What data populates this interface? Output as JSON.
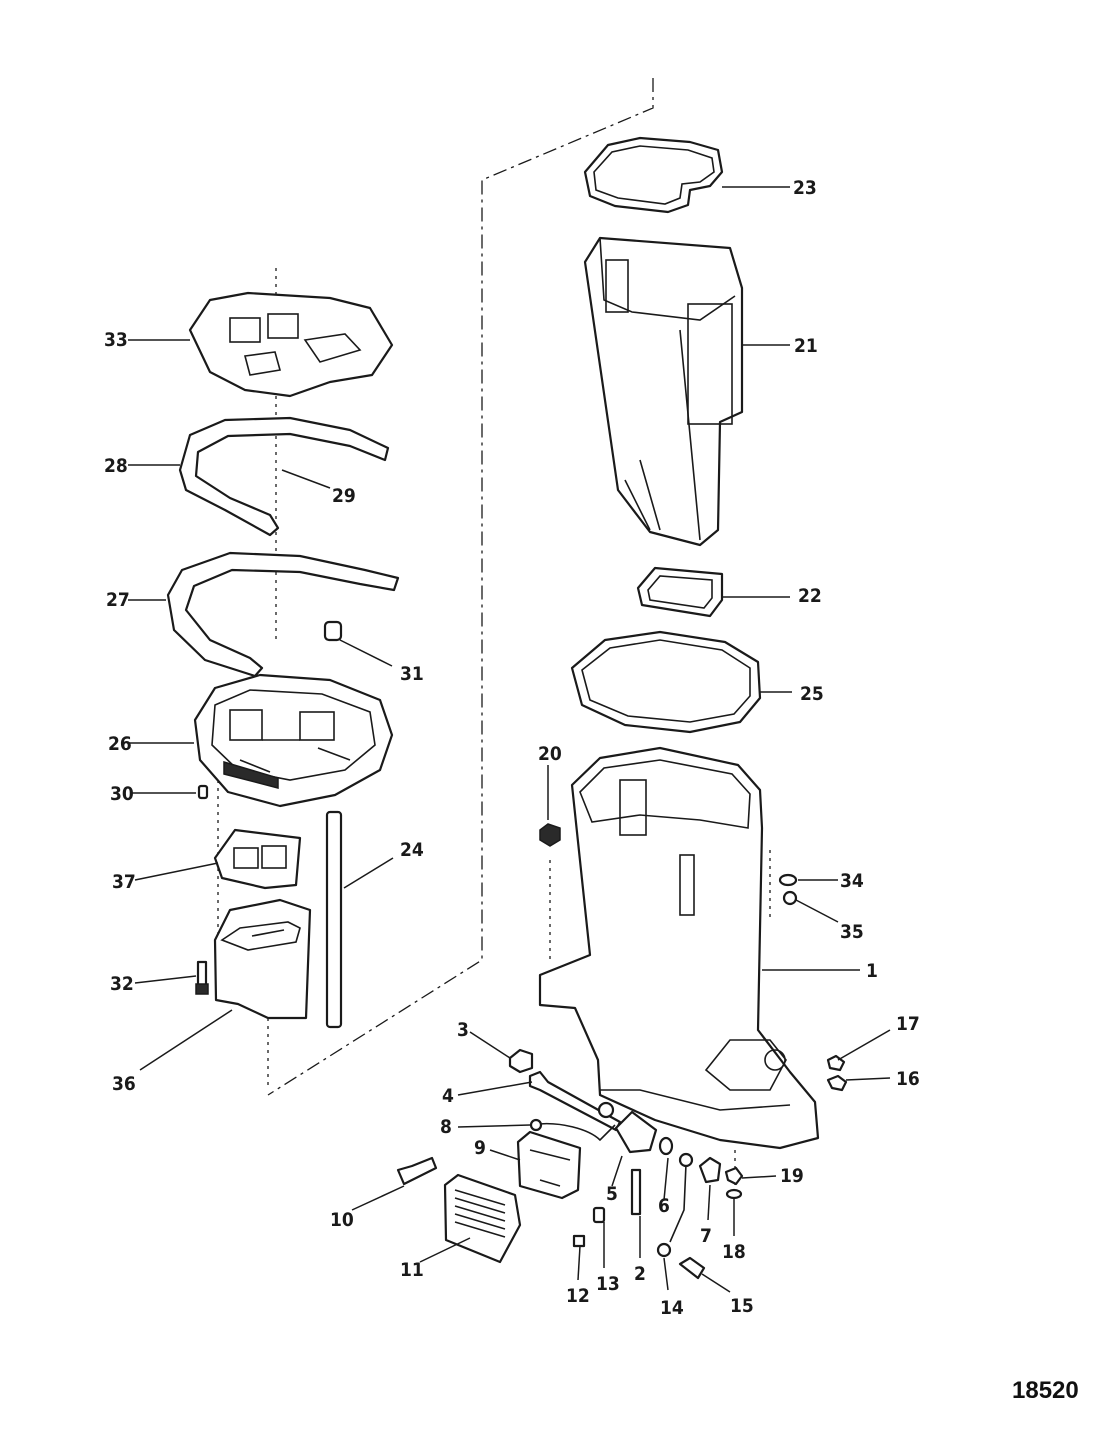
{
  "figure_number": "18520",
  "callouts": {
    "p1": "1",
    "p2": "2",
    "p3": "3",
    "p4": "4",
    "p5": "5",
    "p6": "6",
    "p7": "7",
    "p8": "8",
    "p9": "9",
    "p10": "10",
    "p11": "11",
    "p12": "12",
    "p13": "13",
    "p14": "14",
    "p15": "15",
    "p16": "16",
    "p17": "17",
    "p18": "18",
    "p19": "19",
    "p20": "20",
    "p21": "21",
    "p22": "22",
    "p23": "23",
    "p24": "24",
    "p25": "25",
    "p26": "26",
    "p27": "27",
    "p28": "28",
    "p29": "29",
    "p30": "30",
    "p31": "31",
    "p32": "32",
    "p33": "33",
    "p34": "34",
    "p35": "35",
    "p36": "36",
    "p37": "37"
  }
}
